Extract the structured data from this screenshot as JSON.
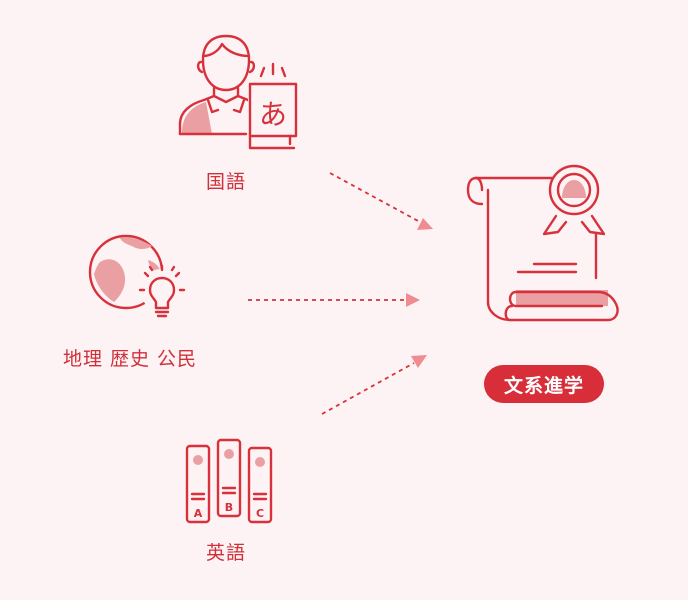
{
  "subjects": [
    {
      "id": "kokugo",
      "label": "国語",
      "icon": "person-with-japanese-book-icon"
    },
    {
      "id": "shakai",
      "label": "地理 歴史 公民",
      "icon": "globe-with-lightbulb-icon"
    },
    {
      "id": "eigo",
      "label": "英語",
      "icon": "abc-binders-icon"
    }
  ],
  "target": {
    "label": "文系進学",
    "icon": "certificate-scroll-with-ribbon-icon"
  },
  "icon_text": {
    "hiragana": "あ",
    "binder_a": "A",
    "binder_b": "B",
    "binder_c": "C"
  },
  "colors": {
    "accent": "#d82e3a",
    "icon_fill": "#eaa0a2",
    "background": "#fdf2f4"
  }
}
